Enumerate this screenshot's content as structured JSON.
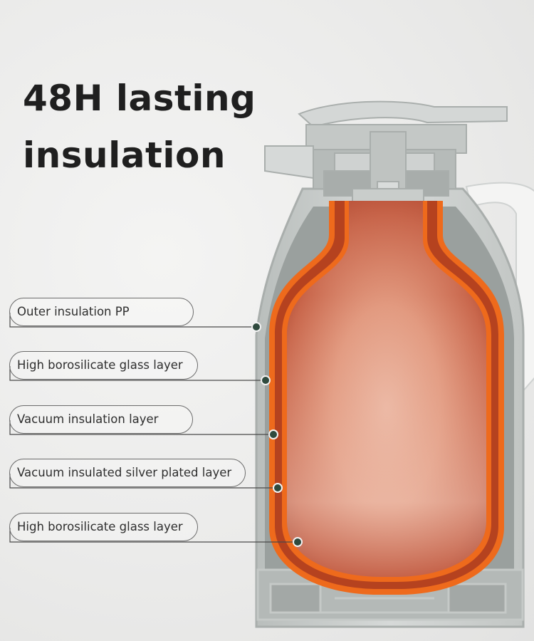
{
  "headline": {
    "line1": "48H lasting",
    "line2": "insulation"
  },
  "labels": [
    "Outer insulation PP",
    "High borosilicate glass layer",
    "Vacuum insulation layer",
    "Vacuum insulated silver plated layer",
    "High borosilicate glass layer"
  ],
  "colors": {
    "background": "#ececeb",
    "outer_shell": "#c8ccca",
    "inner_shell": "#9aa09e",
    "orange_layer": "#ee6a1c",
    "dark_red_layer": "#b5421f",
    "liquid_center": "#e7ab95",
    "leader_dot": "#2f4a3e"
  }
}
